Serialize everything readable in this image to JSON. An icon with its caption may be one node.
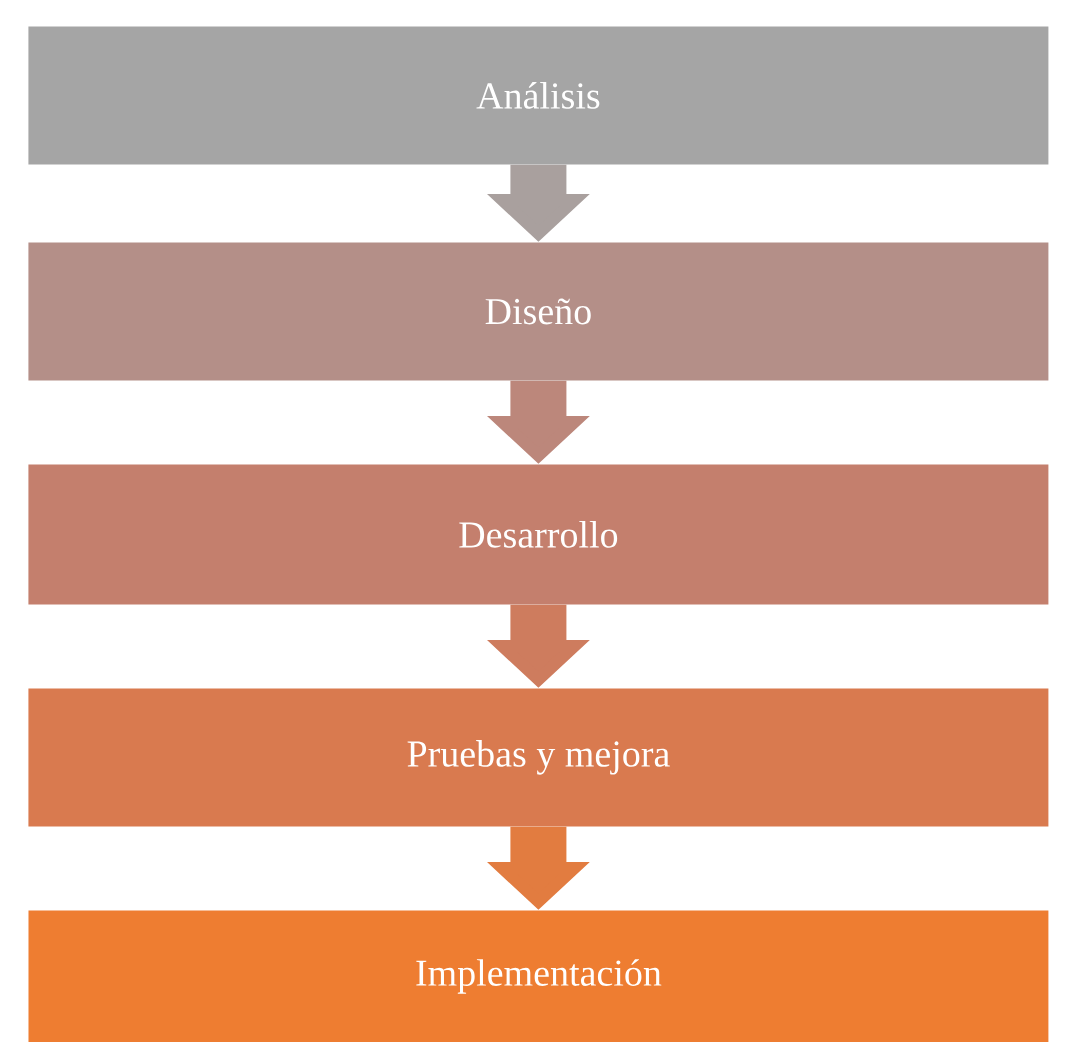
{
  "diagram": {
    "nodes": [
      {
        "text": [
          "Análisis"
        ]
      },
      {
        "text": [
          "Diseño"
        ]
      },
      {
        "text": [
          "Desarrollo"
        ]
      },
      {
        "text": [
          "Pruebas y mejora"
        ]
      },
      {
        "text": [
          "Implementación"
        ]
      }
    ],
    "edges": [
      {
        "from": 0,
        "to": 1,
        "arrow": "to",
        "color": "#a9a09e"
      },
      {
        "from": 1,
        "to": 2,
        "arrow": "to",
        "color": "#bc877b"
      },
      {
        "from": 2,
        "to": 3,
        "arrow": "to",
        "color": "#ce7c5e"
      },
      {
        "from": 3,
        "to": 4,
        "arrow": "to",
        "color": "#e27c40"
      }
    ]
  }
}
